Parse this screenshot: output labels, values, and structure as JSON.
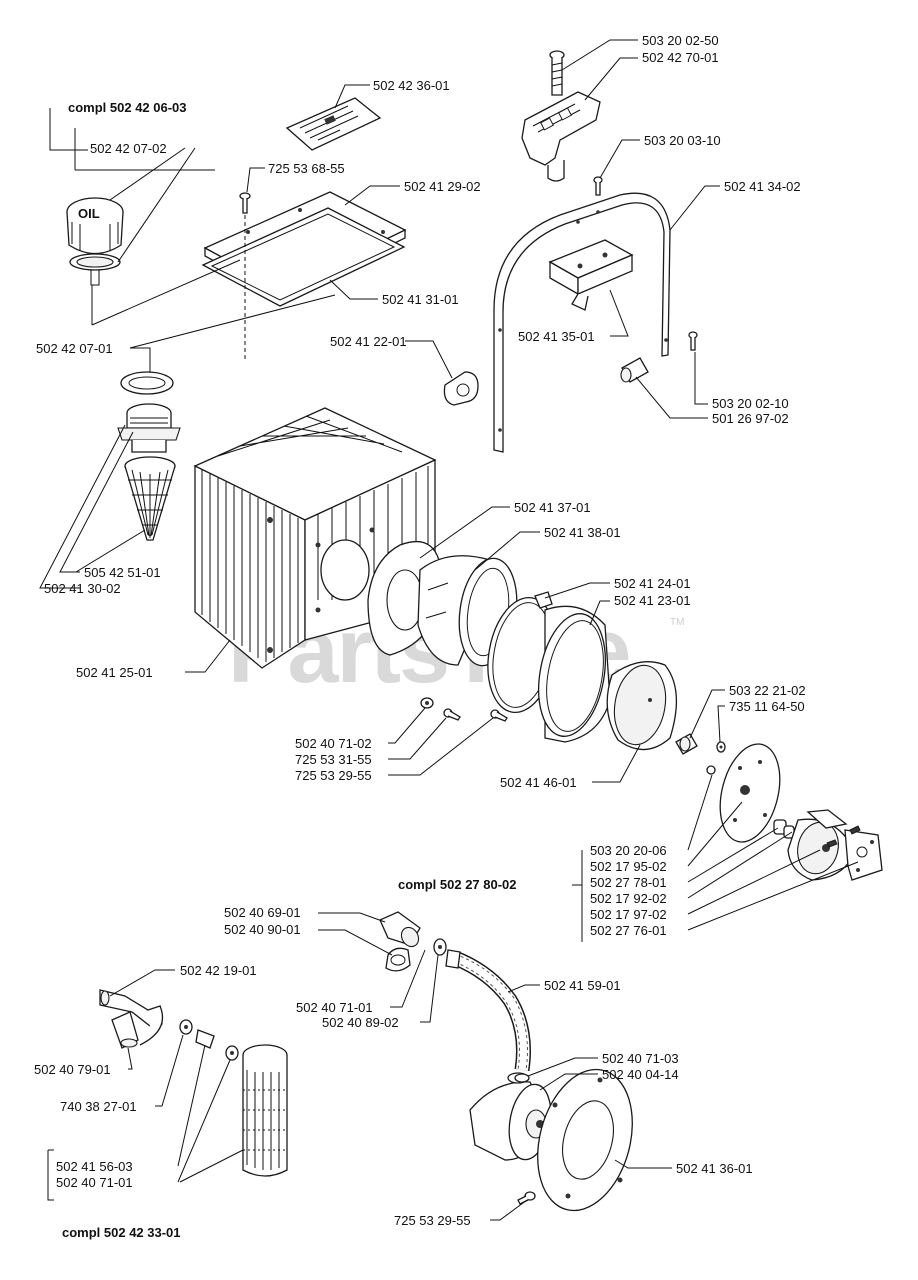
{
  "watermark": "PartsTree",
  "trademark": "TM",
  "labels": {
    "p_502420603": "compl 502 42 06-03",
    "p_502420702_a": "502 42 07-02",
    "p_502420701": "502 42 07-01",
    "p_505425101": "505 42 51-01",
    "p_502413002": "502 41 30-02",
    "p_502423601": "502 42 36-01",
    "p_725536855": "725 53 68-55",
    "p_502412902": "502 41 29-02",
    "p_502413101": "502 41 31-01",
    "p_502412201": "502 41 22-01",
    "p_503200250": "503 20 02-50",
    "p_502427001": "502 42 70-01",
    "p_503200310": "503 20 03-10",
    "p_502413402": "502 41 34-02",
    "p_502413501": "502 41 35-01",
    "p_503200210": "503 20 02-10",
    "p_501269702": "501 26 97-02",
    "p_502413701": "502 41 37-01",
    "p_502413801": "502 41 38-01",
    "p_502412401": "502 41 24-01",
    "p_502412301": "502 41 23-01",
    "p_502412501": "502 41 25-01",
    "p_502407102_a": "502 40 71-02",
    "p_725533155": "725 53 31-55",
    "p_725532955_a": "725 53 29-55",
    "p_502414601": "502 41 46-01",
    "p_503222102": "503 22 21-02",
    "p_735116450": "735 11 64-50",
    "p_503202006": "503 20 20-06",
    "p_502179502": "502 17 95-02",
    "p_502278002": "compl 502 27 80-02",
    "p_502277801": "502 27 78-01",
    "p_502179202": "502 17 92-02",
    "p_502179702": "502 17 97-02",
    "p_502277601": "502 27 76-01",
    "p_502406901": "502 40 69-01",
    "p_502409001": "502 40 90-01",
    "p_502421901": "502 42 19-01",
    "p_502415901": "502 41 59-01",
    "p_502407101_a": "502 40 71-01",
    "p_502408902": "502 40 89-02",
    "p_502407901": "502 40 79-01",
    "p_740382701": "740 38 27-01",
    "p_502407103": "502 40 71-03",
    "p_502400414": "502 40 04-14",
    "p_502415603": "502 41 56-03",
    "p_502407101_b": "502 40 71-01",
    "p_502413601": "502 41 36-01",
    "p_725532955_b": "725 53 29-55",
    "p_502423301": "compl 502 42 33-01"
  },
  "cap_text": "OIL"
}
